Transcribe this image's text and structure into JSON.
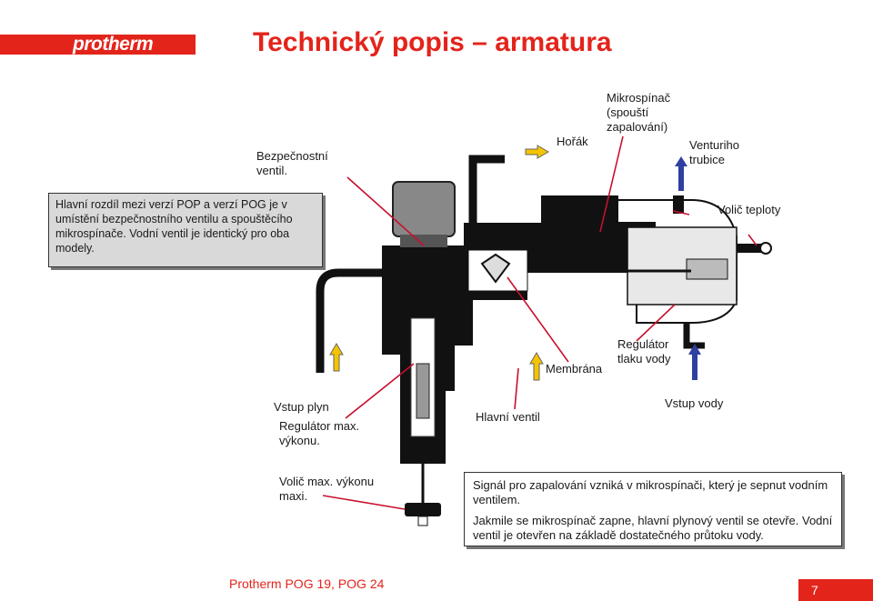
{
  "logo": {
    "text": "protherm"
  },
  "title": "Technický popis – armatura",
  "labels": {
    "bezpecnostni": "Bezpečnostní ventil.",
    "horak": "Hořák",
    "mikrospinac": "Mikrospínač (spouští zapalování)",
    "venturi": "Venturiho trubice",
    "volic_teploty": "Volič teploty",
    "membrana": "Membrána",
    "regulator_tlaku": "Regulátor tlaku vody",
    "vstup_plyn": "Vstup plyn",
    "regulator_max": "Regulátor max. výkonu.",
    "hlavni_ventil": "Hlavní ventil",
    "vstup_vody": "Vstup vody",
    "volic_max": "Volič max. výkonu maxi."
  },
  "info_box_left": "Hlavní rozdíl mezi verzí POP a verzí POG je v umístění bezpečnostního ventilu a spouštěcího mikrospínače. Vodní ventil je identický pro oba modely.",
  "info_box_right": {
    "p1": "Signál pro zapalování vzniká v mikrospínači, který je sepnut vodním ventilem.",
    "p2": "Jakmile se mikrospínač zapne, hlavní plynový ventil se otevře. Vodní ventil je otevřen na základě dostatečného průtoku vody."
  },
  "footer": {
    "model": "Protherm POG 19, POG 24",
    "page": "7"
  },
  "colors": {
    "brand": "#e3241b",
    "arrow_gas": "#f5c400",
    "arrow_water": "#3040a0",
    "leader": "#c8102e"
  }
}
